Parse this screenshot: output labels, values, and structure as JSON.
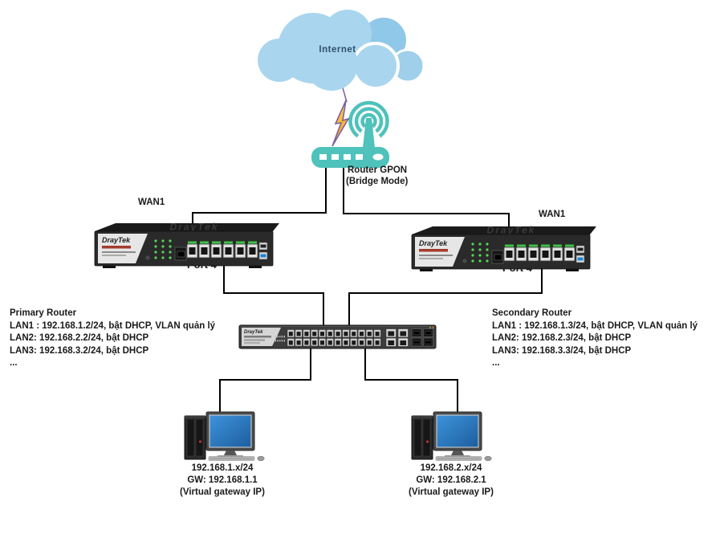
{
  "internet": {
    "label": "Internet"
  },
  "gpon": {
    "name": "Router GPON",
    "mode": "(Bridge Mode)"
  },
  "routers": {
    "primary": {
      "wan_label": "WAN1",
      "port_label": "Port 4",
      "brand": "DrayTek",
      "info_title": "Primary Router",
      "info_lines": [
        "LAN1 : 192.168.1.2/24, bật DHCP, VLAN quản lý",
        "LAN2: 192.168.2.2/24, bật DHCP",
        "LAN3: 192.168.3.2/24, bật DHCP",
        "..."
      ]
    },
    "secondary": {
      "wan_label": "WAN1",
      "port_label": "Port 4",
      "brand": "DrayTek",
      "info_title": "Secondary Router",
      "info_lines": [
        "LAN1 : 192.168.1.3/24, bật DHCP, VLAN quản lý",
        "LAN2: 192.168.2.3/24, bật DHCP",
        "LAN3: 192.168.3.3/24, bật DHCP",
        "..."
      ]
    }
  },
  "switch": {
    "brand": "DrayTek"
  },
  "clients": {
    "left": {
      "lines": [
        "192.168.1.x/24",
        "GW: 192.168.1.1",
        "(Virtual gateway IP)"
      ]
    },
    "right": {
      "lines": [
        "192.168.2.x/24",
        "GW: 192.168.2.1",
        "(Virtual gateway IP)"
      ]
    }
  },
  "colors": {
    "cloud": "#A9D6EE",
    "cloud_dark": "#8FC8E8",
    "internet_text": "#31506E",
    "gpon_teal": "#4EC2BB",
    "bolt_fill": "#F7B52C",
    "bolt_outline": "#7C5FA0",
    "connection_line": "#000000",
    "device_body": "#2A2A2A",
    "monitor_screen": "#2B7BC4",
    "text": "#1A1A1A"
  }
}
